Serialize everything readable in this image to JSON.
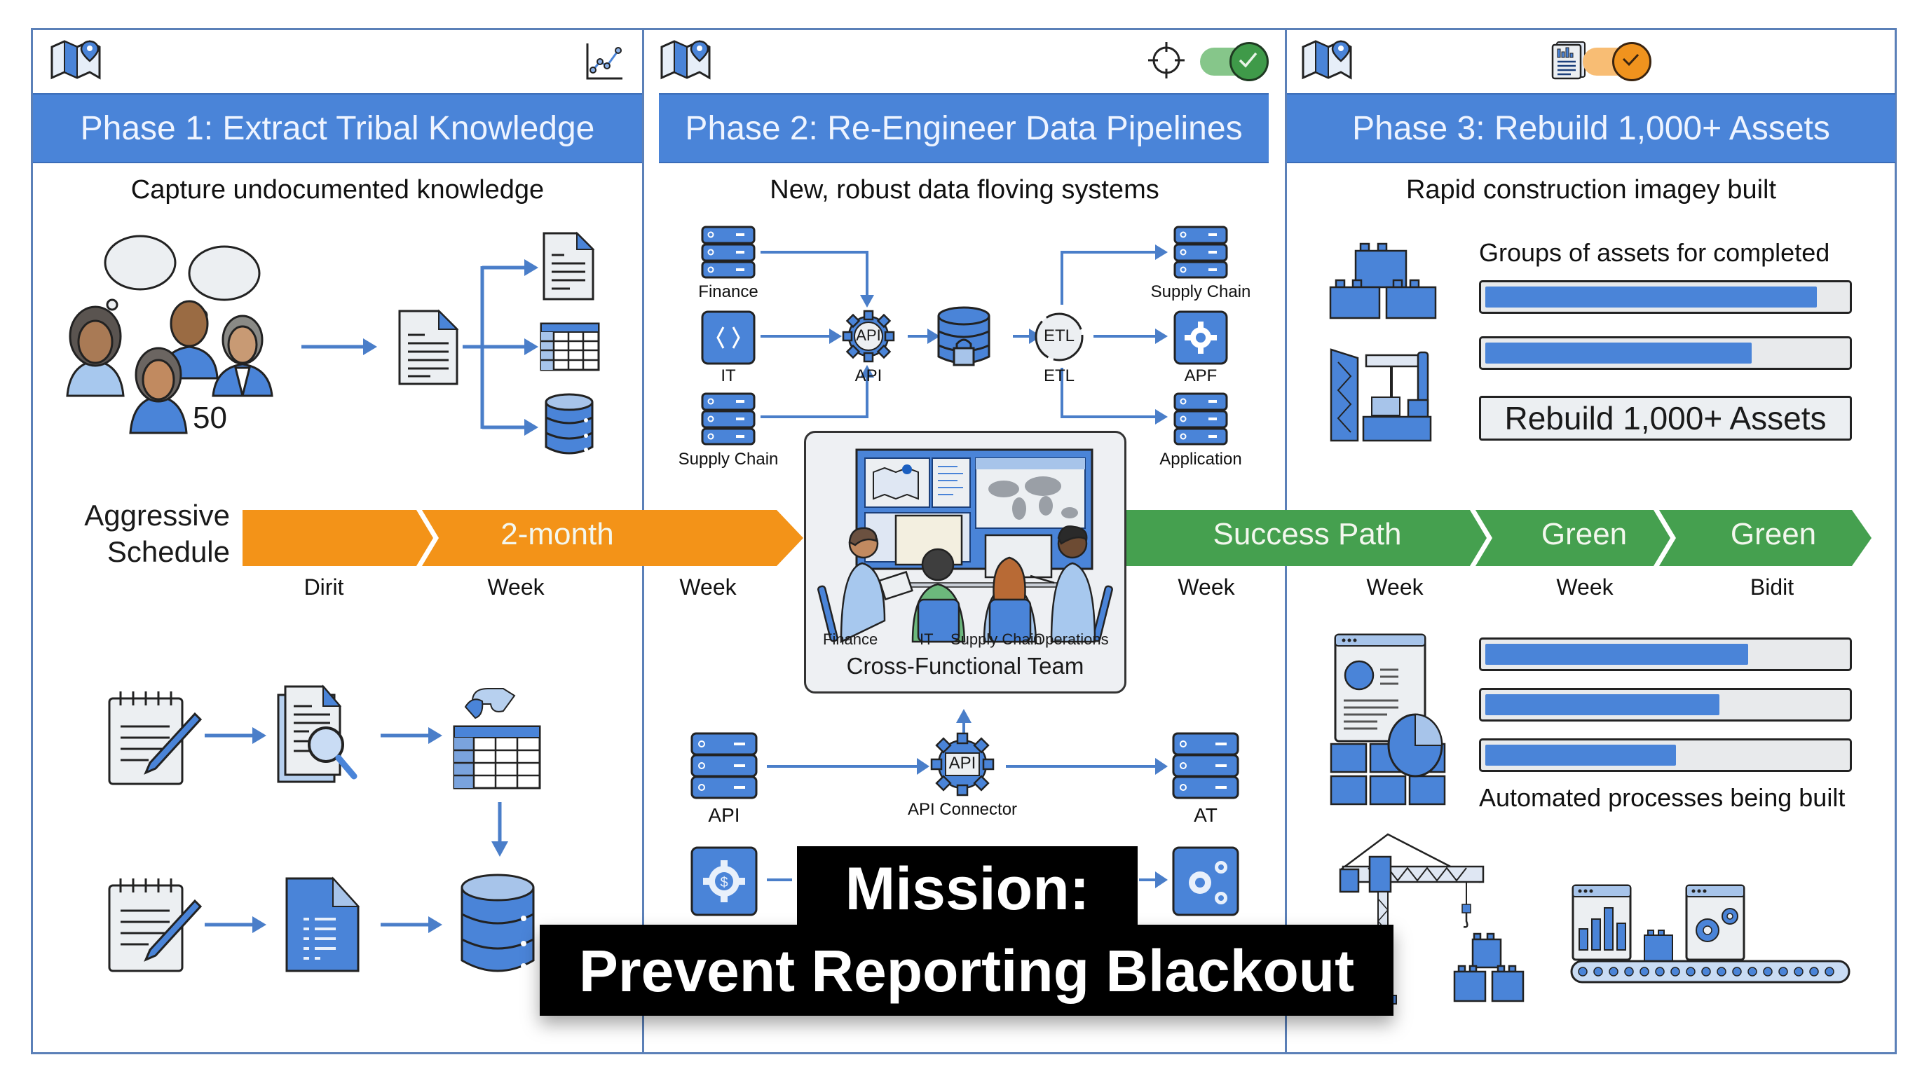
{
  "phases": [
    {
      "title": "Phase 1: Extract Tribal Knowledge",
      "subtitle": "Capture undocumented knowledge",
      "header_icons": [
        "map-pin-icon",
        "line-chart-icon"
      ],
      "people_count": "50",
      "flow_icons": [
        "people-thinking-icon",
        "document-icon",
        "document-icon",
        "table-icon",
        "database-icon"
      ],
      "lower_flow": {
        "row1": [
          "notepad-pencil-icon",
          "document-search-icon",
          "table-icon"
        ],
        "row2": [
          "notepad-pencil-icon",
          "blue-document-icon",
          "database-icon"
        ]
      }
    },
    {
      "title": "Phase 2: Re-Engineer Data Pipelines",
      "subtitle": "New, robust data floving systems",
      "header_icons": [
        "map-pin-icon",
        "crosshair-icon",
        "toggle-green-check-icon"
      ],
      "sources": [
        "Finance",
        "IT",
        "Supply Chain"
      ],
      "hub_labels": {
        "api": "API",
        "api_badge": "API",
        "etl": "ETL",
        "etl_badge": "ETL"
      },
      "targets": [
        "Supply Chain",
        "APF",
        "Application"
      ],
      "team": {
        "members": [
          "Finance",
          "IT",
          "Supply Chain",
          "Operations"
        ],
        "title": "Cross-Functional Team"
      },
      "lower_flow": {
        "left_label": "API",
        "connector_badge": "API",
        "connector_label": "API Connector",
        "right_label": "AT"
      }
    },
    {
      "title": "Phase 3: Rebuild 1,000+ Assets",
      "subtitle": "Rapid construction imagey built",
      "header_icons": [
        "map-pin-icon",
        "report-icon",
        "toggle-orange-check-icon"
      ],
      "groups_label": "Groups of assets for completed",
      "group_progress": [
        0.92,
        0.74
      ],
      "rebuild_box": "Rebuild 1,000+ Assets",
      "automated_progress": [
        0.73,
        0.65,
        0.53
      ],
      "automated_label": "Automated processes being built"
    }
  ],
  "timeline": {
    "row_label_line1": "Aggressive",
    "row_label_line2": "Schedule",
    "orange_segments": [
      "",
      "2-month"
    ],
    "green_segments": [
      "Success Path",
      "Green",
      "Green"
    ],
    "below_labels": [
      "Dirit",
      "Week",
      "Week",
      "Week",
      "Week",
      "Week",
      "Bidit"
    ]
  },
  "mission": {
    "line1": "Mission:",
    "line2": "Prevent Reporting Blackout"
  },
  "colors": {
    "primary_blue": "#4a84d8",
    "orange": "#f39318",
    "green": "#45a04f",
    "frame": "#5b80b8"
  }
}
